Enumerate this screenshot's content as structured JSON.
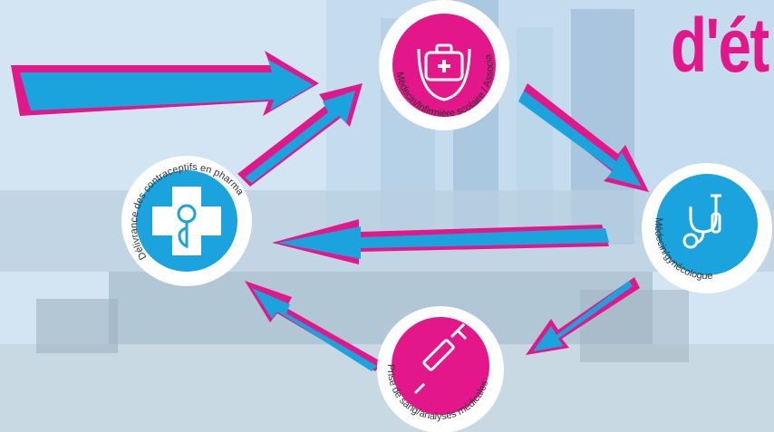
{
  "header": {
    "title": "d'ét"
  },
  "nodes": {
    "school": {
      "label": "Médecin/Infirmière scolaire / Association relais",
      "icon": "medical-bag-stethoscope-icon",
      "color": "#e3178a"
    },
    "gyneco": {
      "label": "Médecin/gynécologue",
      "icon": "stethoscope-icon",
      "color": "#1aa3dc"
    },
    "blood": {
      "label": "Prise de sang/analyses médicales",
      "icon": "syringe-icon",
      "color": "#e3178a"
    },
    "pharmacy": {
      "label": "Délivrance des contraceptifs en pharmacie",
      "icon": "pharmacy-cross-icon",
      "color": "#1aa3dc"
    }
  },
  "colors": {
    "arrow_blue": "#1aa3dc",
    "arrow_pink": "#e3178a",
    "accent_pink": "#e3178a"
  }
}
